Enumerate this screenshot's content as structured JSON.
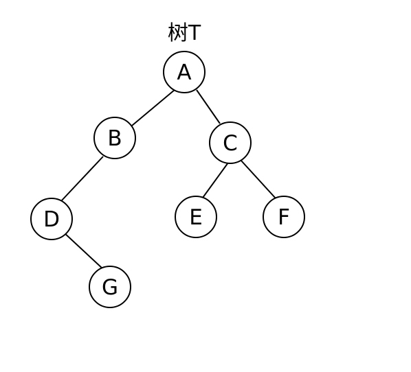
{
  "diagram": {
    "title": "树T",
    "colors": {
      "stroke": "#000000",
      "fill": "#ffffff",
      "text": "#000000"
    },
    "nodes": [
      {
        "id": "A",
        "label": "A"
      },
      {
        "id": "B",
        "label": "B"
      },
      {
        "id": "C",
        "label": "C"
      },
      {
        "id": "D",
        "label": "D"
      },
      {
        "id": "E",
        "label": "E"
      },
      {
        "id": "F",
        "label": "F"
      },
      {
        "id": "G",
        "label": "G"
      }
    ],
    "edges": [
      {
        "from": "A",
        "to": "B"
      },
      {
        "from": "A",
        "to": "C"
      },
      {
        "from": "B",
        "to": "D"
      },
      {
        "from": "C",
        "to": "E"
      },
      {
        "from": "C",
        "to": "F"
      },
      {
        "from": "D",
        "to": "G"
      }
    ]
  }
}
